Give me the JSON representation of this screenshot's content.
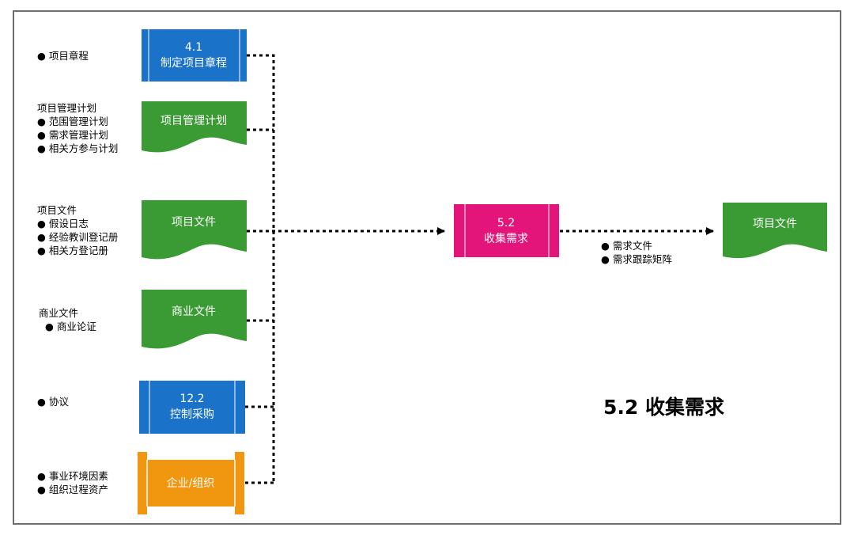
{
  "title": "5.2 收集需求",
  "colors": {
    "process_blue": "#1a73c9",
    "process_magenta": "#e3157a",
    "document_green": "#3a9a34",
    "enterprise_orange": "#f0960f",
    "frame_gray": "#6e6e6e"
  },
  "inputs": [
    {
      "node": [
        "4.1",
        "制定项目章程"
      ],
      "shape": "process",
      "notes": [
        "● 项目章程"
      ]
    },
    {
      "node": [
        "项目管理计划"
      ],
      "shape": "document",
      "notes": [
        "项目管理计划",
        "● 范围管理计划",
        "● 需求管理计划",
        "● 相关方参与计划"
      ]
    },
    {
      "node": [
        "项目文件"
      ],
      "shape": "document",
      "notes": [
        "项目文件",
        "● 假设日志",
        "● 经验教训登记册",
        "● 相关方登记册"
      ]
    },
    {
      "node": [
        "商业文件"
      ],
      "shape": "document",
      "notes": [
        "商业文件",
        "  ● 商业论证"
      ]
    },
    {
      "node": [
        "12.2",
        "控制采购"
      ],
      "shape": "process",
      "notes": [
        "● 协议"
      ]
    },
    {
      "node": [
        "企业/组织"
      ],
      "shape": "scroll",
      "notes": [
        "● 事业环境因素",
        "● 组织过程资产"
      ]
    }
  ],
  "process": {
    "node": [
      "5.2",
      "收集需求"
    ]
  },
  "output": {
    "node": [
      "项目文件"
    ],
    "notes": [
      "● 需求文件",
      "● 需求跟踪矩阵"
    ]
  }
}
